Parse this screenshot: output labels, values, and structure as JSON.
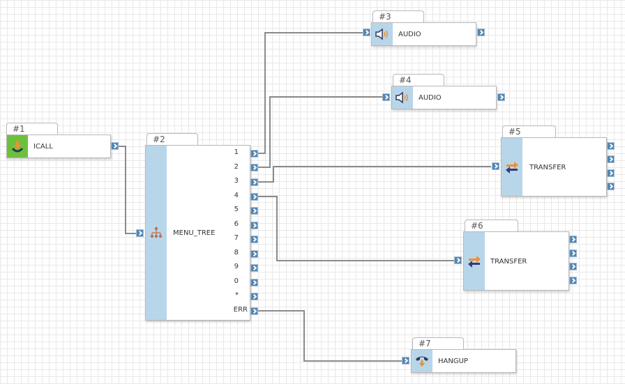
{
  "nodes": {
    "n1": {
      "id": "#1",
      "label": "ICALL",
      "icon": "incoming-call-icon"
    },
    "n2": {
      "id": "#2",
      "label": "MENU_TREE",
      "icon": "menu-tree-icon",
      "outputs": [
        "1",
        "2",
        "3",
        "4",
        "5",
        "6",
        "7",
        "8",
        "9",
        "0",
        "*",
        "ERR"
      ]
    },
    "n3": {
      "id": "#3",
      "label": "AUDIO",
      "icon": "speaker-icon"
    },
    "n4": {
      "id": "#4",
      "label": "AUDIO",
      "icon": "speaker-icon"
    },
    "n5": {
      "id": "#5",
      "label": "TRANSFER",
      "icon": "transfer-arrows-icon"
    },
    "n6": {
      "id": "#6",
      "label": "TRANSFER",
      "icon": "transfer-arrows-icon"
    },
    "n7": {
      "id": "#7",
      "label": "HANGUP",
      "icon": "hangup-phone-icon"
    }
  },
  "colors": {
    "strip": "#b8d6ea",
    "strip_start": "#6cc13c",
    "port": "#4f87b7",
    "wire": "#888888"
  }
}
